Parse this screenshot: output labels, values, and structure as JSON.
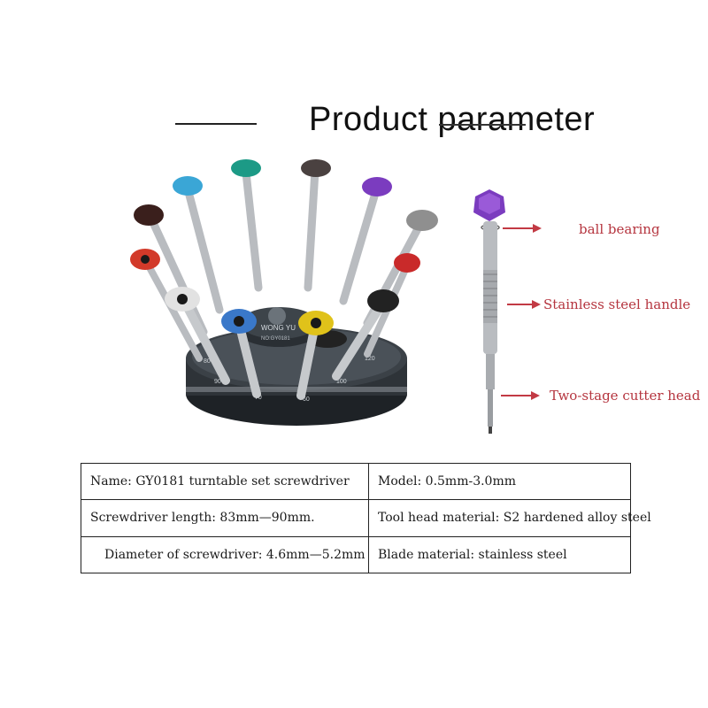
{
  "header": {
    "title": "Product parameter"
  },
  "photo": {
    "dial_labels": [
      "80",
      "90",
      "70",
      "60",
      "100",
      "120"
    ],
    "brand": "WONG YU",
    "model_code": "NO:GY0181"
  },
  "callouts": [
    {
      "label": "ball bearing"
    },
    {
      "label": "Stainless steel handle"
    },
    {
      "label": "Two-stage cutter head"
    }
  ],
  "specs": {
    "rows": [
      {
        "left": "Name: GY0181 turntable set screwdriver",
        "right": "Model: 0.5mm-3.0mm"
      },
      {
        "left": "Screwdriver length: 83mm—90mm.",
        "right": "Tool head material: S2 hardened alloy steel"
      },
      {
        "left": "Diameter of screwdriver: 4.6mm—5.2mm",
        "right": "Blade material: stainless steel"
      }
    ]
  },
  "colors": {
    "accent_red": "#b5353f",
    "base_dark": "#2e3338",
    "steel": "#b9bcc0",
    "cap_colors": [
      "#d8d8d8",
      "#3a1f1c",
      "#3aa6d6",
      "#1c9a86",
      "#4a4140",
      "#7b3cbf",
      "#8f8f8f",
      "#d23a2a",
      "#e2e2e2",
      "#3a78c9",
      "#e0c21a",
      "#222222",
      "#c92a2a"
    ]
  }
}
